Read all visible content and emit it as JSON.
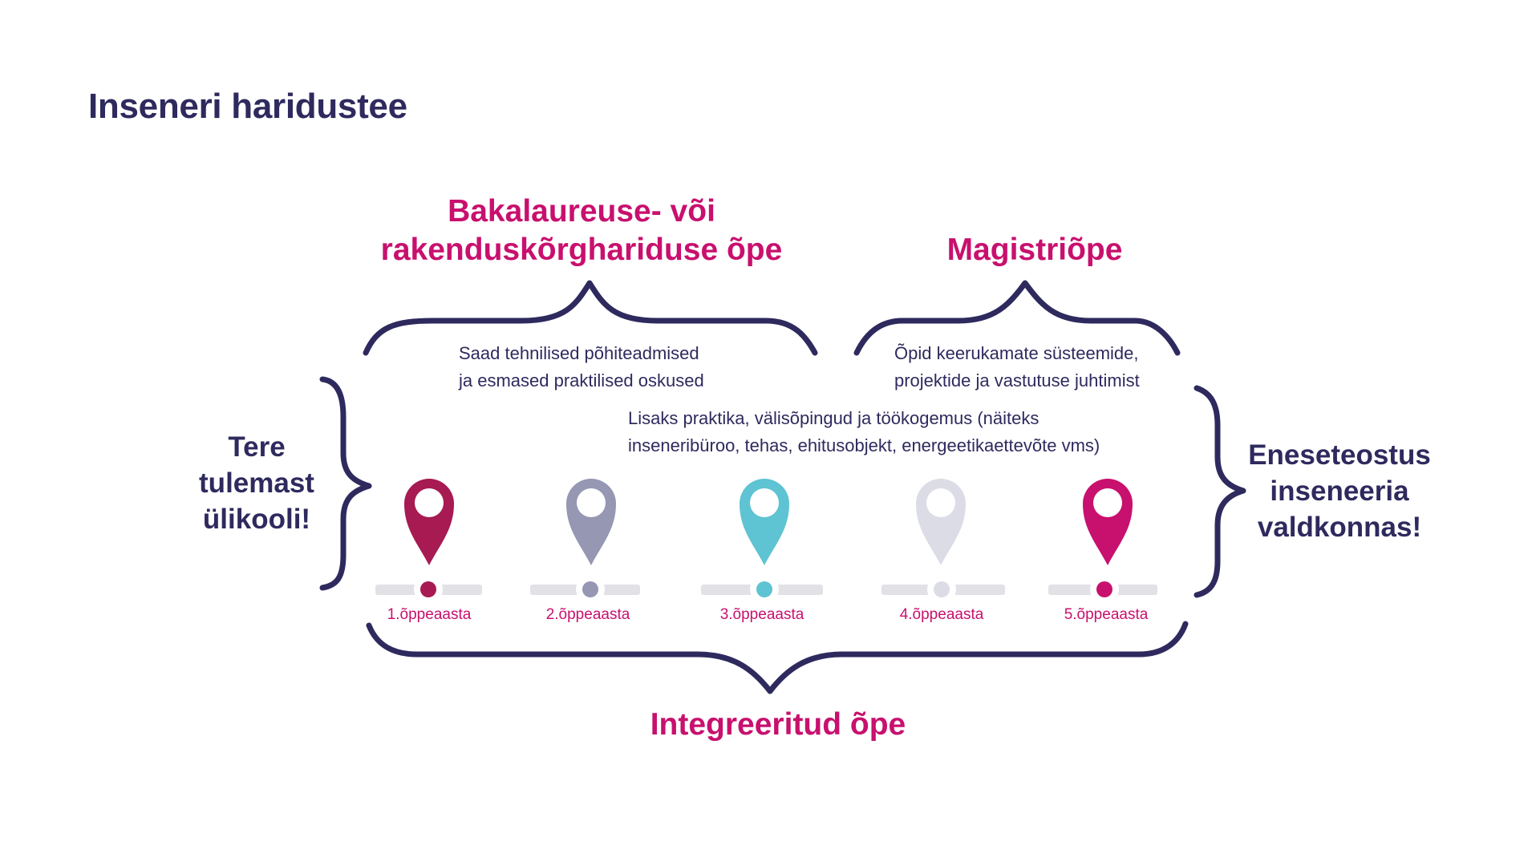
{
  "title": "Inseneri haridustee",
  "headings": {
    "bachelor_line1": "Bakalaureuse- või",
    "bachelor_line2": "rakenduskõrghariduse õpe",
    "master": "Magistriõpe",
    "integrated": "Integreeritud õpe"
  },
  "side": {
    "left": [
      "Tere",
      "tulemast",
      "ülikooli!"
    ],
    "right": [
      "Eneseteostus",
      "inseneeria",
      "valdkonnas!"
    ]
  },
  "descriptions": {
    "bachelor": [
      "Saad tehnilised põhiteadmised",
      "ja esmased praktilised oskused"
    ],
    "master": [
      "Õpid keerukamate süsteemide,",
      "projektide ja vastutuse juhtimist"
    ],
    "extra": [
      "Lisaks praktika, välisõpingud ja töökogemus (näiteks",
      "inseneribüroo, tehas, ehitusobjekt, energeetikaettevõte vms)"
    ]
  },
  "years": [
    {
      "label": "1.õppeaasta",
      "color": "#a71a52"
    },
    {
      "label": "2.õppeaasta",
      "color": "#9597b3"
    },
    {
      "label": "3.õppeaasta",
      "color": "#5ec3d2"
    },
    {
      "label": "4.õppeaasta",
      "color": "#dcdce6"
    },
    {
      "label": "5.õppeaasta",
      "color": "#c8106e"
    }
  ],
  "colors": {
    "navy": "#2e2a5e",
    "pink": "#c8106e",
    "track": "#e1e1e6"
  }
}
